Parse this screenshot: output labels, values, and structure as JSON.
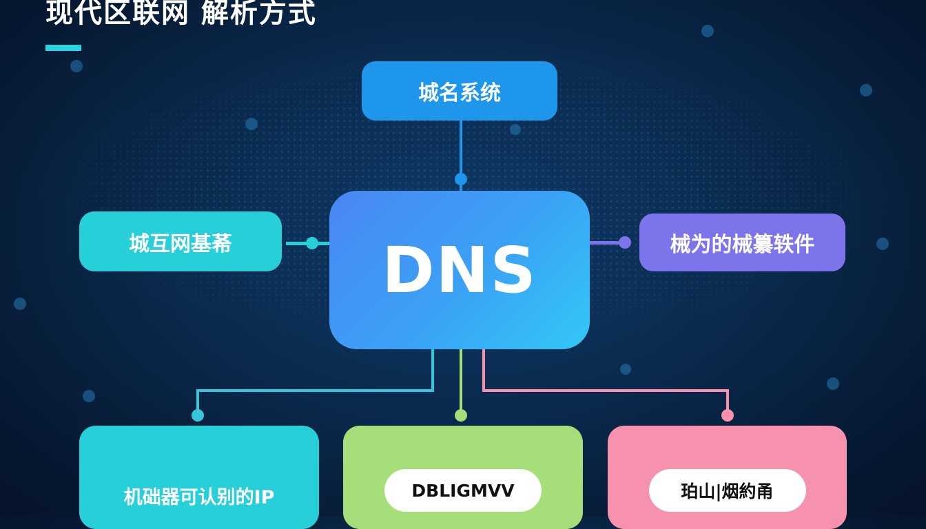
{
  "title": "现代区联网 解析方式",
  "colors": {
    "background": "#0a2a4e",
    "accent_bar": "#27d3e0",
    "top_node": "#1e96ec",
    "left_node": "#27cfd8",
    "right_node": "#7b74ea",
    "center_node_start": "#4a86f2",
    "center_node_end": "#32c8f7",
    "card_cyan": "#27cfd8",
    "card_green": "#a6df7a",
    "card_pink": "#f792ae"
  },
  "diagram": {
    "center": {
      "label": "DNS"
    },
    "top": {
      "label": "城名系统"
    },
    "left": {
      "label": "城互网基莃"
    },
    "right": {
      "label": "械为的械纂轶件"
    },
    "bottom": [
      {
        "label": "机础器可认别的IP",
        "style": "text"
      },
      {
        "label": "DBLIGMVV",
        "style": "pill"
      },
      {
        "label": "珀山|烟約甬",
        "style": "pill"
      }
    ]
  }
}
